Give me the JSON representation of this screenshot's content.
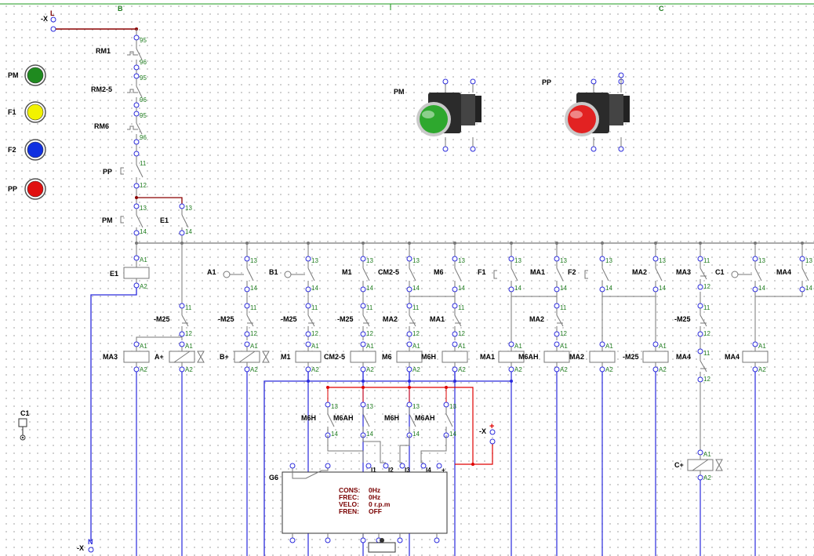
{
  "border": {
    "zone_b": "B",
    "zone_c": "C"
  },
  "supply": {
    "ref": "-X",
    "phase": "L",
    "neutral": "N",
    "minus": "-",
    "plus": "+"
  },
  "indicators": [
    {
      "label": "PM",
      "color": "#1f8a1f"
    },
    {
      "label": "F1",
      "color": "#f2f200"
    },
    {
      "label": "F2",
      "color": "#1030e0"
    },
    {
      "label": "PP",
      "color": "#e01010"
    }
  ],
  "pushbuttons": [
    {
      "label": "PM",
      "color": "#2ea82e"
    },
    {
      "label": "PP",
      "color": "#e22222"
    }
  ],
  "series_chain": [
    {
      "label": "RM1",
      "pin_top": "95",
      "pin_bottom": "96"
    },
    {
      "label": "RM2-5",
      "pin_top": "95",
      "pin_bottom": "96"
    },
    {
      "label": "RM6",
      "pin_top": "95",
      "pin_bottom": "96"
    },
    {
      "label": "PP",
      "pin_top": "11",
      "pin_bottom": "12"
    }
  ],
  "start_pair": [
    {
      "label": "PM",
      "pin_top": "13",
      "pin_bottom": "14"
    },
    {
      "label": "E1",
      "pin_top": "13",
      "pin_bottom": "14"
    }
  ],
  "top_contacts": [
    {
      "label": "A1"
    },
    {
      "label": "B1"
    },
    {
      "label": "M1"
    },
    {
      "label": "CM2-5"
    },
    {
      "label": "M6"
    },
    {
      "label": "F1"
    },
    {
      "label": "MA1"
    },
    {
      "label": "F2"
    },
    {
      "label": "MA2"
    },
    {
      "label": "MA3"
    },
    {
      "label": "C1"
    },
    {
      "label": "MA4"
    }
  ],
  "mid_contacts": [
    {
      "label": "-M25"
    },
    {
      "label": "-M25"
    },
    {
      "label": "-M25"
    },
    {
      "label": "-M25"
    },
    {
      "label": "MA2"
    },
    {
      "label": "MA1"
    },
    {
      "label": "MA2"
    },
    {
      "label": "-M25"
    }
  ],
  "coils": [
    {
      "label": "E1"
    },
    {
      "label": "MA3"
    },
    {
      "label": "A+"
    },
    {
      "label": "B+"
    },
    {
      "label": "M1"
    },
    {
      "label": "CM2-5"
    },
    {
      "label": "M6"
    },
    {
      "label": "M6H"
    },
    {
      "label": "MA1"
    },
    {
      "label": "M6AH"
    },
    {
      "label": "MA2"
    },
    {
      "label": "-M25"
    },
    {
      "label": "MA4"
    },
    {
      "label": "MA4"
    },
    {
      "label": "C+"
    }
  ],
  "coil_pins": {
    "a1": "A1",
    "a2": "A2"
  },
  "contact_pins": {
    "no_top": "13",
    "no_bottom": "14",
    "nc_top": "11",
    "nc_bottom": "12"
  },
  "vfd_contacts": [
    {
      "label": "M6H"
    },
    {
      "label": "M6AH"
    },
    {
      "label": "M6H"
    },
    {
      "label": "M6AH"
    }
  ],
  "vfd": {
    "name": "G6",
    "inputs": [
      "I1",
      "I2",
      "I3",
      "I4",
      "+"
    ],
    "rows": [
      {
        "k": "CONS:",
        "v": "0Hz"
      },
      {
        "k": "FREC:",
        "v": "0Hz"
      },
      {
        "k": "VELO:",
        "v": "0     r.p.m"
      },
      {
        "k": "FREN:",
        "v": "OFF"
      }
    ]
  },
  "misc": {
    "c1_symbol": "C1"
  }
}
